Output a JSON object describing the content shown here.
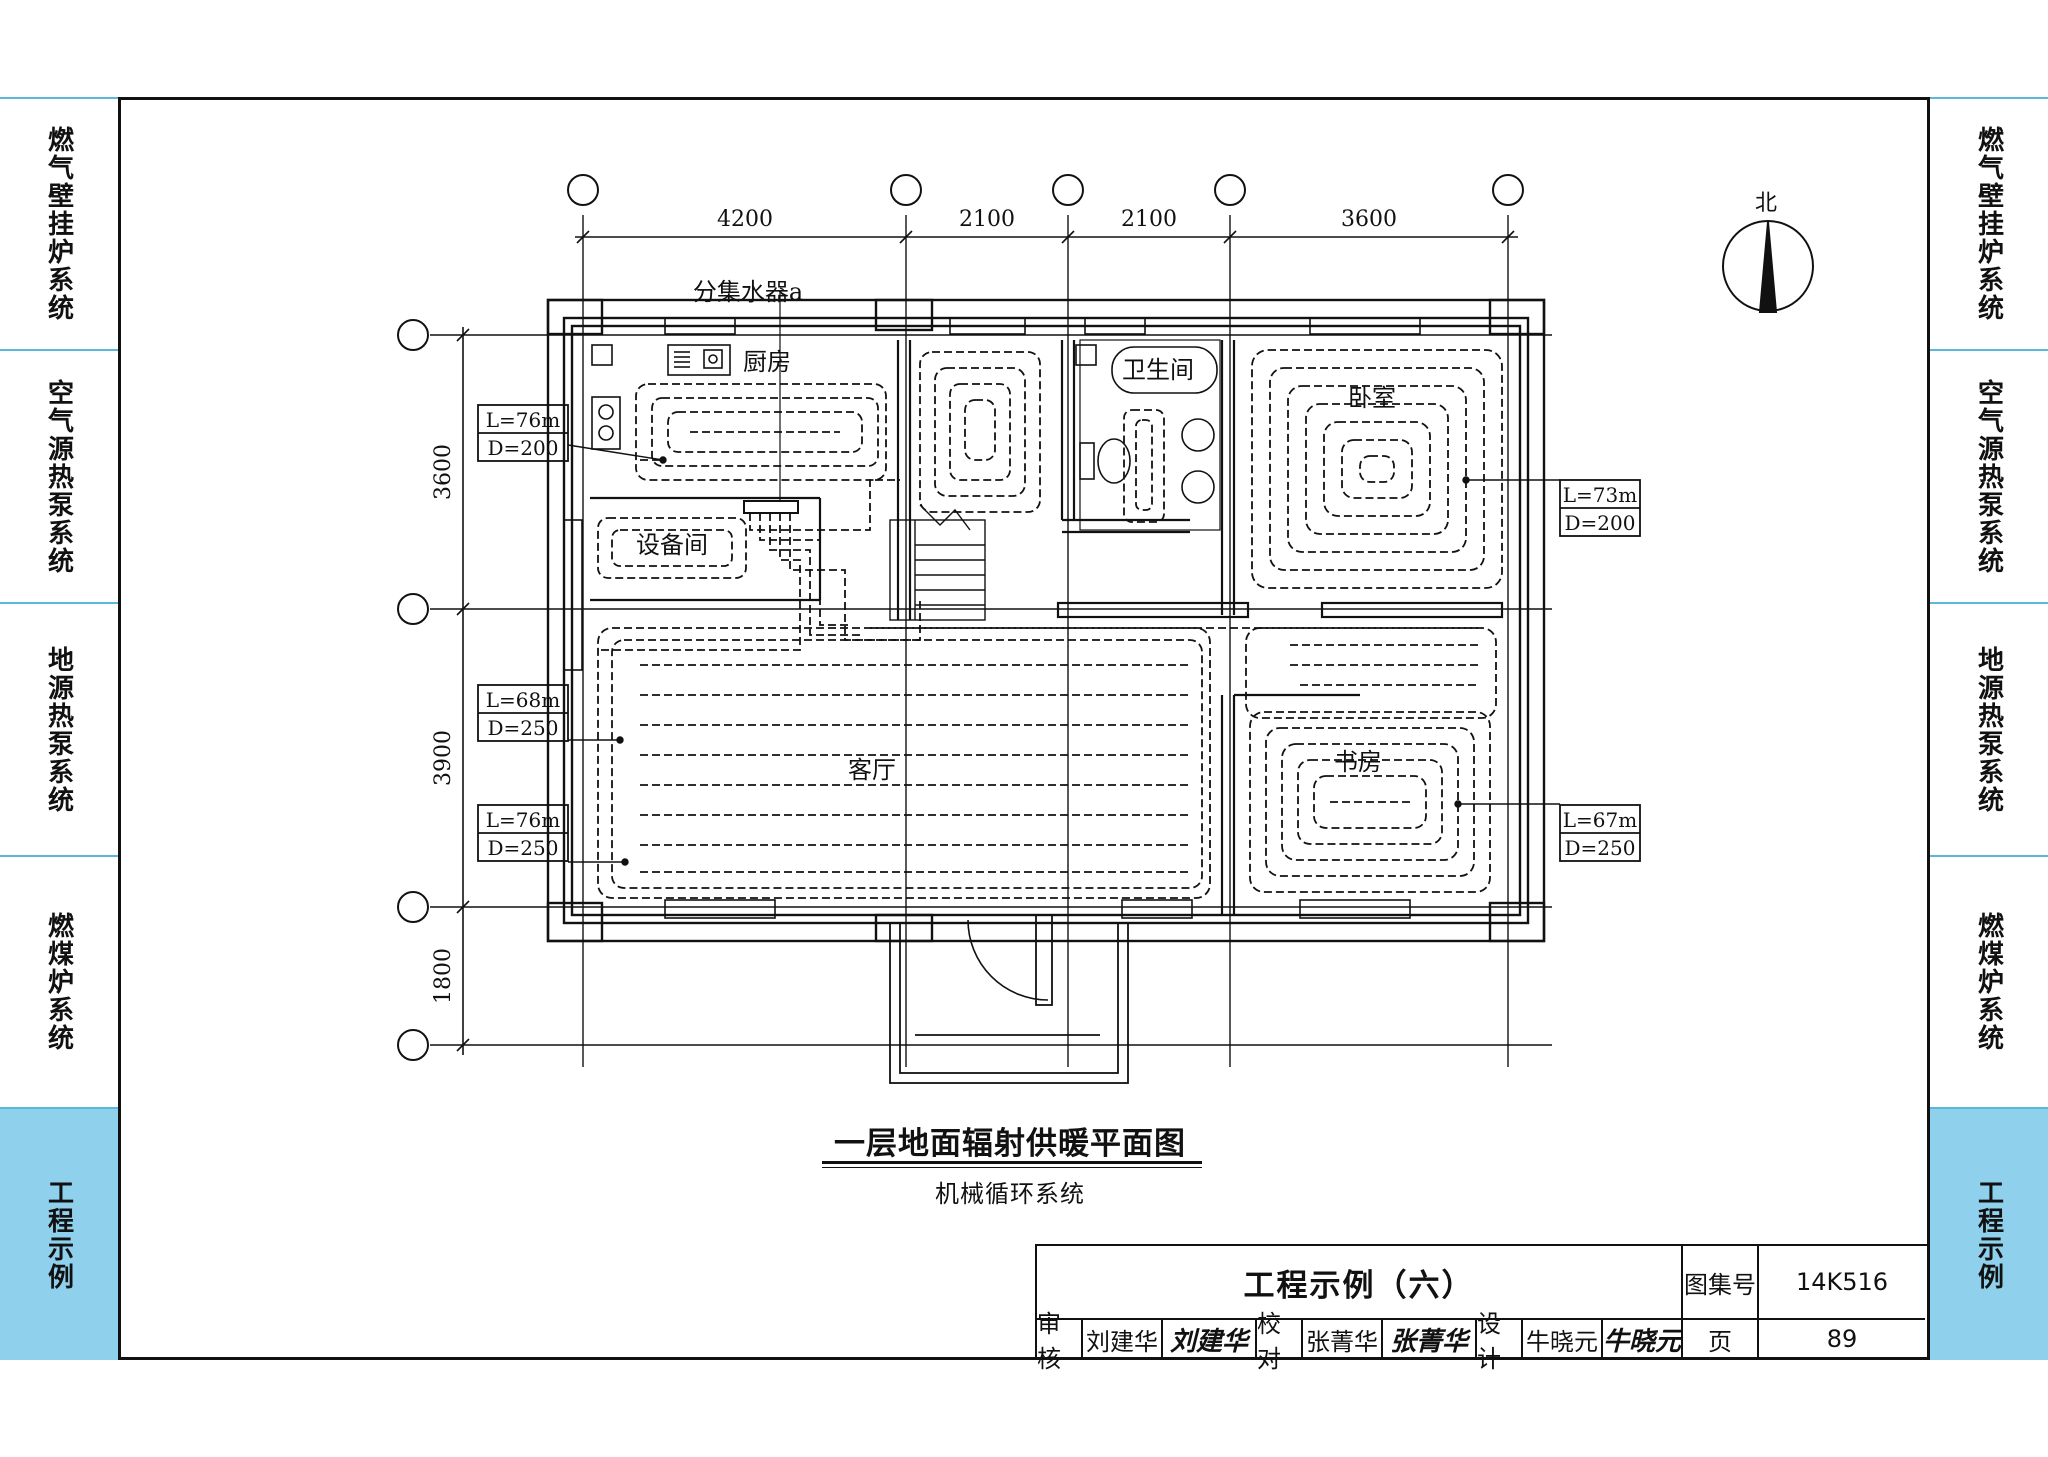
{
  "side_tabs": [
    {
      "label": "燃气壁挂炉系统",
      "active": false
    },
    {
      "label": "空气源热泵系统",
      "active": false
    },
    {
      "label": "地源热泵系统",
      "active": false
    },
    {
      "label": "燃煤炉系统",
      "active": false
    },
    {
      "label": "工程示例",
      "active": true
    }
  ],
  "plan": {
    "dims_top": [
      "4200",
      "2100",
      "2100",
      "3600"
    ],
    "dims_left": [
      "3600",
      "3900",
      "1800"
    ],
    "manifold_label": "分集水器a",
    "north_label": "北",
    "rooms": {
      "kitchen": "厨房",
      "bathroom": "卫生间",
      "bedroom": "卧室",
      "equipment": "设备间",
      "living": "客厅",
      "study": "书房"
    },
    "loops": [
      {
        "L": "L=76m",
        "D": "D=200"
      },
      {
        "L": "L=73m",
        "D": "D=200"
      },
      {
        "L": "L=68m",
        "D": "D=250"
      },
      {
        "L": "L=76m",
        "D": "D=250"
      },
      {
        "L": "L=67m",
        "D": "D=250"
      }
    ],
    "title": "一层地面辐射供暖平面图",
    "subtitle": "机械循环系统"
  },
  "title_block": {
    "drawing_title": "工程示例（六）",
    "atlas_no_label": "图集号",
    "atlas_no": "14K516",
    "page_label": "页",
    "page": "89",
    "review_label": "审核",
    "review_name": "刘建华",
    "review_sig": "刘建华",
    "check_label": "校对",
    "check_name": "张菁华",
    "check_sig": "张菁华",
    "design_label": "设计",
    "design_name": "牛晓元",
    "design_sig": "牛晓元"
  },
  "colors": {
    "tab_active": "#8fd0ec",
    "tab_line": "#5cb8d9",
    "ink": "#111111"
  }
}
